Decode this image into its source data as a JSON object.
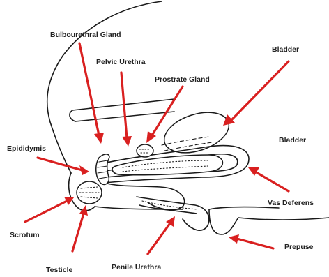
{
  "labels": {
    "bulbourethral_gland": "Bulbourethral Gland",
    "pelvic_urethra": "Pelvic Urethra",
    "prostrate_gland": "Prostrate Gland",
    "bladder_top": "Bladder",
    "bladder_side": "Bladder",
    "epididymis": "Epididymis",
    "vas_deferens": "Vas Deferens",
    "scrotum": "Scrotum",
    "prepuse": "Prepuse",
    "testicle": "Testicle",
    "penile_urethra": "Penile Urethra"
  },
  "colors": {
    "arrow": "#d92020",
    "line": "#1a1a1a",
    "label": "#222222",
    "background": "#ffffff"
  }
}
